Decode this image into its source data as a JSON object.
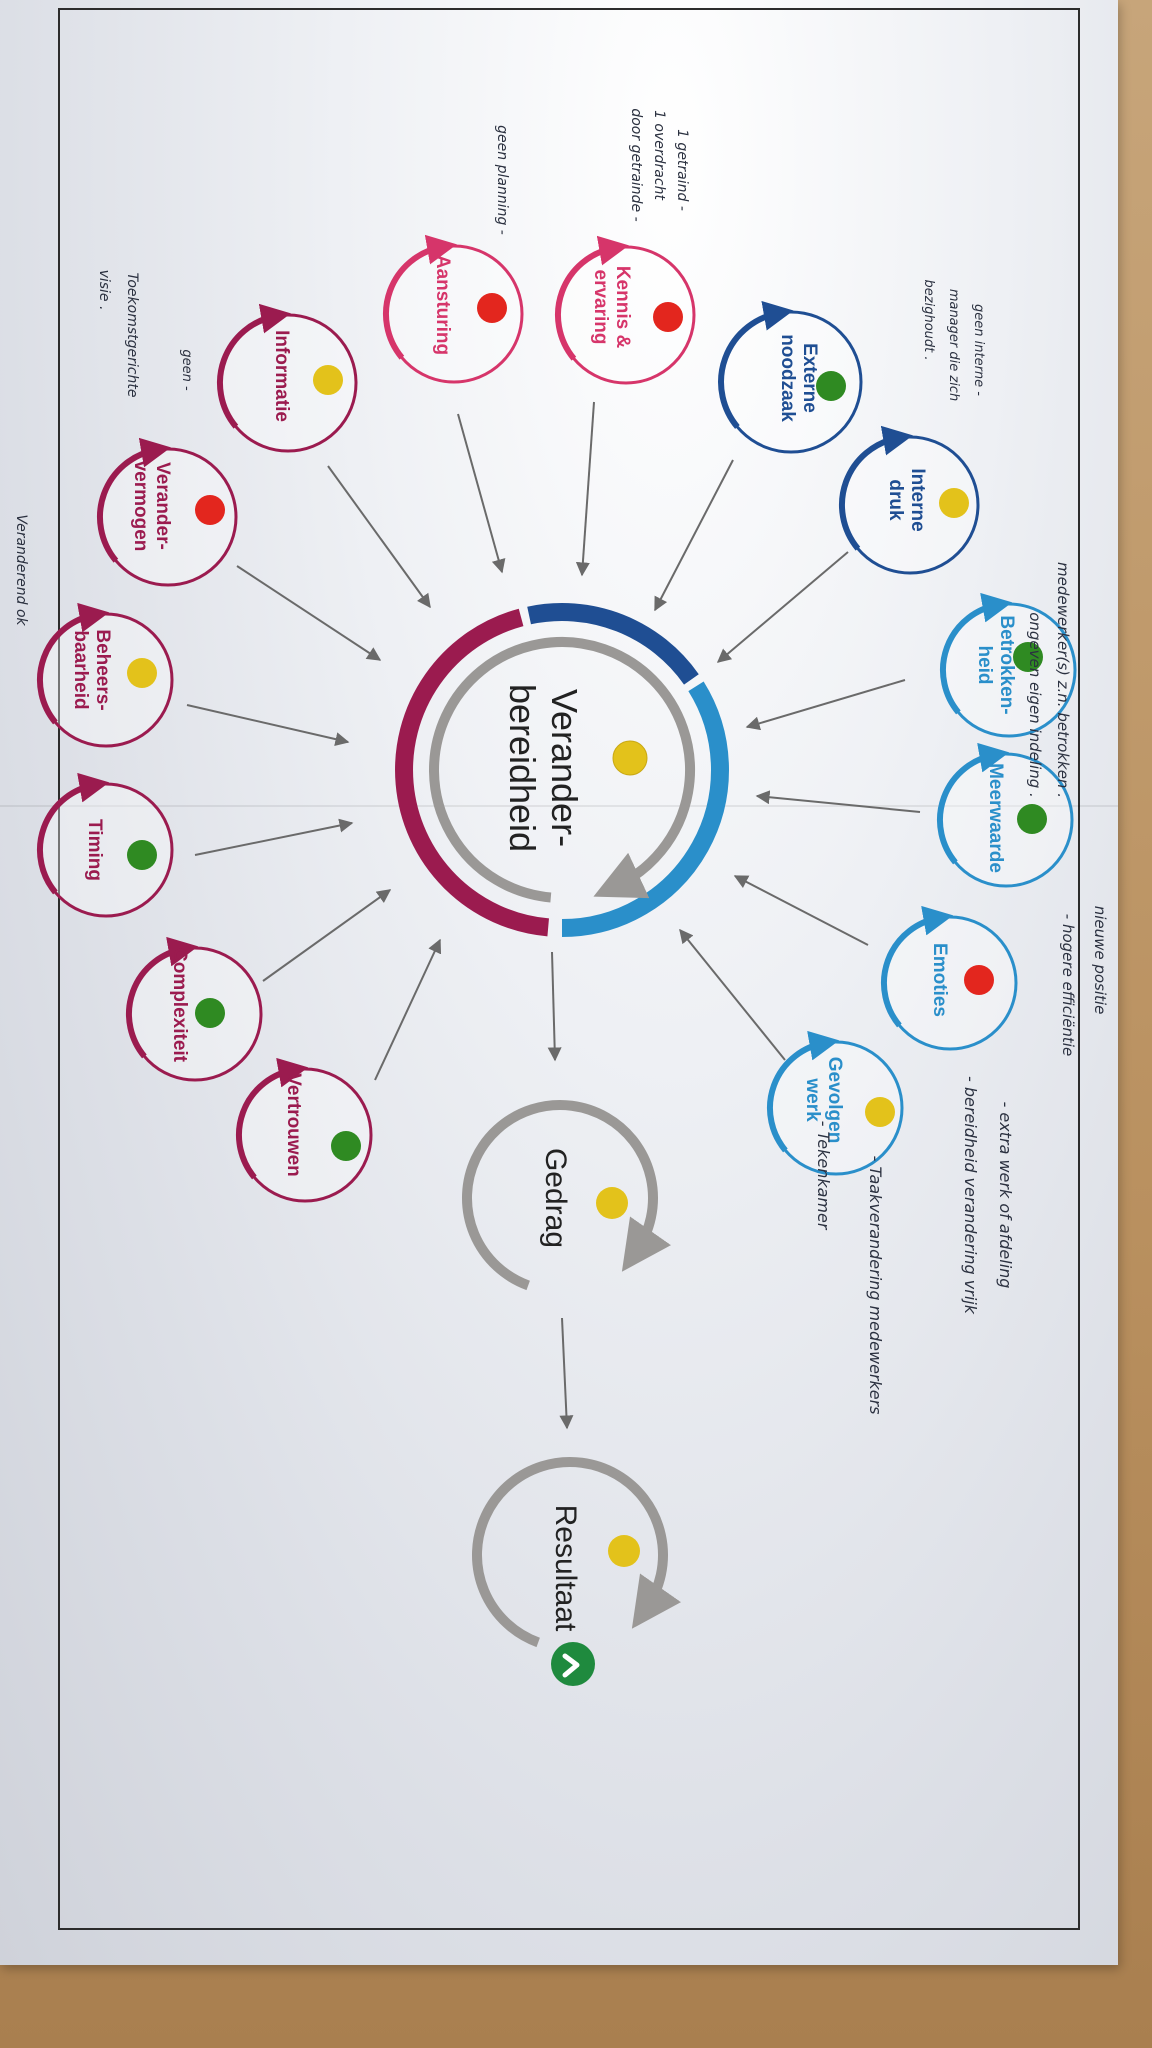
{
  "diagram": {
    "center": {
      "label_line1": "Verander-",
      "label_line2": "bereidheid",
      "status": "yellow"
    },
    "nodes": [
      {
        "id": "externe-noodzaak",
        "lines": [
          "Externe",
          "noodzaak"
        ],
        "status": "green",
        "family": "blue"
      },
      {
        "id": "interne-druk",
        "lines": [
          "Interne",
          "druk"
        ],
        "status": "yellow",
        "family": "blue"
      },
      {
        "id": "betrokkenheid",
        "lines": [
          "Betrokken-",
          "heid"
        ],
        "status": "green",
        "family": "lightblue"
      },
      {
        "id": "meerwaarde",
        "lines": [
          "Meerwaarde"
        ],
        "status": "green",
        "family": "lightblue"
      },
      {
        "id": "emoties",
        "lines": [
          "Emoties"
        ],
        "status": "red",
        "family": "lightblue"
      },
      {
        "id": "gevolgen-werk",
        "lines": [
          "Gevolgen",
          "werk"
        ],
        "status": "yellow",
        "family": "lightblue"
      },
      {
        "id": "kennis-ervaring",
        "lines": [
          "Kennis &",
          "ervaring"
        ],
        "status": "red",
        "family": "pink"
      },
      {
        "id": "aansturing",
        "lines": [
          "Aansturing"
        ],
        "status": "red",
        "family": "pink"
      },
      {
        "id": "informatie",
        "lines": [
          "Informatie"
        ],
        "status": "yellow",
        "family": "maroon"
      },
      {
        "id": "verandervermogen",
        "lines": [
          "Verander-",
          "vermogen"
        ],
        "status": "red",
        "family": "maroon"
      },
      {
        "id": "beheersbaarheid",
        "lines": [
          "Beheers-",
          "baarheid"
        ],
        "status": "yellow",
        "family": "maroon"
      },
      {
        "id": "timing",
        "lines": [
          "Timing"
        ],
        "status": "green",
        "family": "maroon"
      },
      {
        "id": "complexiteit",
        "lines": [
          "Complexiteit"
        ],
        "status": "green",
        "family": "maroon"
      },
      {
        "id": "vertrouwen",
        "lines": [
          "Vertrouwen"
        ],
        "status": "green",
        "family": "maroon"
      }
    ],
    "gedrag": {
      "label": "Gedrag",
      "status": "yellow"
    },
    "resultaat": {
      "label": "Resultaat",
      "status": "yellow"
    }
  },
  "annotations": [
    {
      "id": "top-1",
      "text": "medewerker(s) z.n. betrokken ."
    },
    {
      "id": "top-2",
      "text": "ongeven eigen indeling ."
    },
    {
      "id": "meerwaarde-1",
      "text": "nieuwe positie"
    },
    {
      "id": "meerwaarde-2",
      "text": "- hogere efficiëntie"
    },
    {
      "id": "emoties-1",
      "text": "- extra werk of afdeling"
    },
    {
      "id": "emoties-2",
      "text": "- bereidheid verandering vrijk"
    },
    {
      "id": "gevolgen-1",
      "text": "- Taakverandering medewerkers"
    },
    {
      "id": "gevolgen-2",
      "text": "- Tekenkamer"
    },
    {
      "id": "interne-1",
      "text": "geen interne -"
    },
    {
      "id": "interne-2",
      "text": "manager die zich"
    },
    {
      "id": "interne-3",
      "text": "bezighoudt ."
    },
    {
      "id": "kennis-1",
      "text": "1 getraind -"
    },
    {
      "id": "kennis-2",
      "text": "1 overdracht"
    },
    {
      "id": "kennis-3",
      "text": "door getrainde -"
    },
    {
      "id": "aansturing-1",
      "text": "geen planning -"
    },
    {
      "id": "vermogen-1",
      "text": "geen -"
    },
    {
      "id": "vermogen-2",
      "text": "Toekomstgerichte"
    },
    {
      "id": "vermogen-3",
      "text": "visie ."
    },
    {
      "id": "vermogen-4",
      "text": "Veranderend ok"
    }
  ],
  "colors": {
    "blue": "#1f4e93",
    "lightblue": "#2a8fca",
    "pink": "#d6356a",
    "maroon": "#9b1b4f",
    "grey": "#9a9896",
    "green": "#2f8a22",
    "yellow": "#e3c21b",
    "red": "#e3261e",
    "check": "#1f8a3e"
  }
}
